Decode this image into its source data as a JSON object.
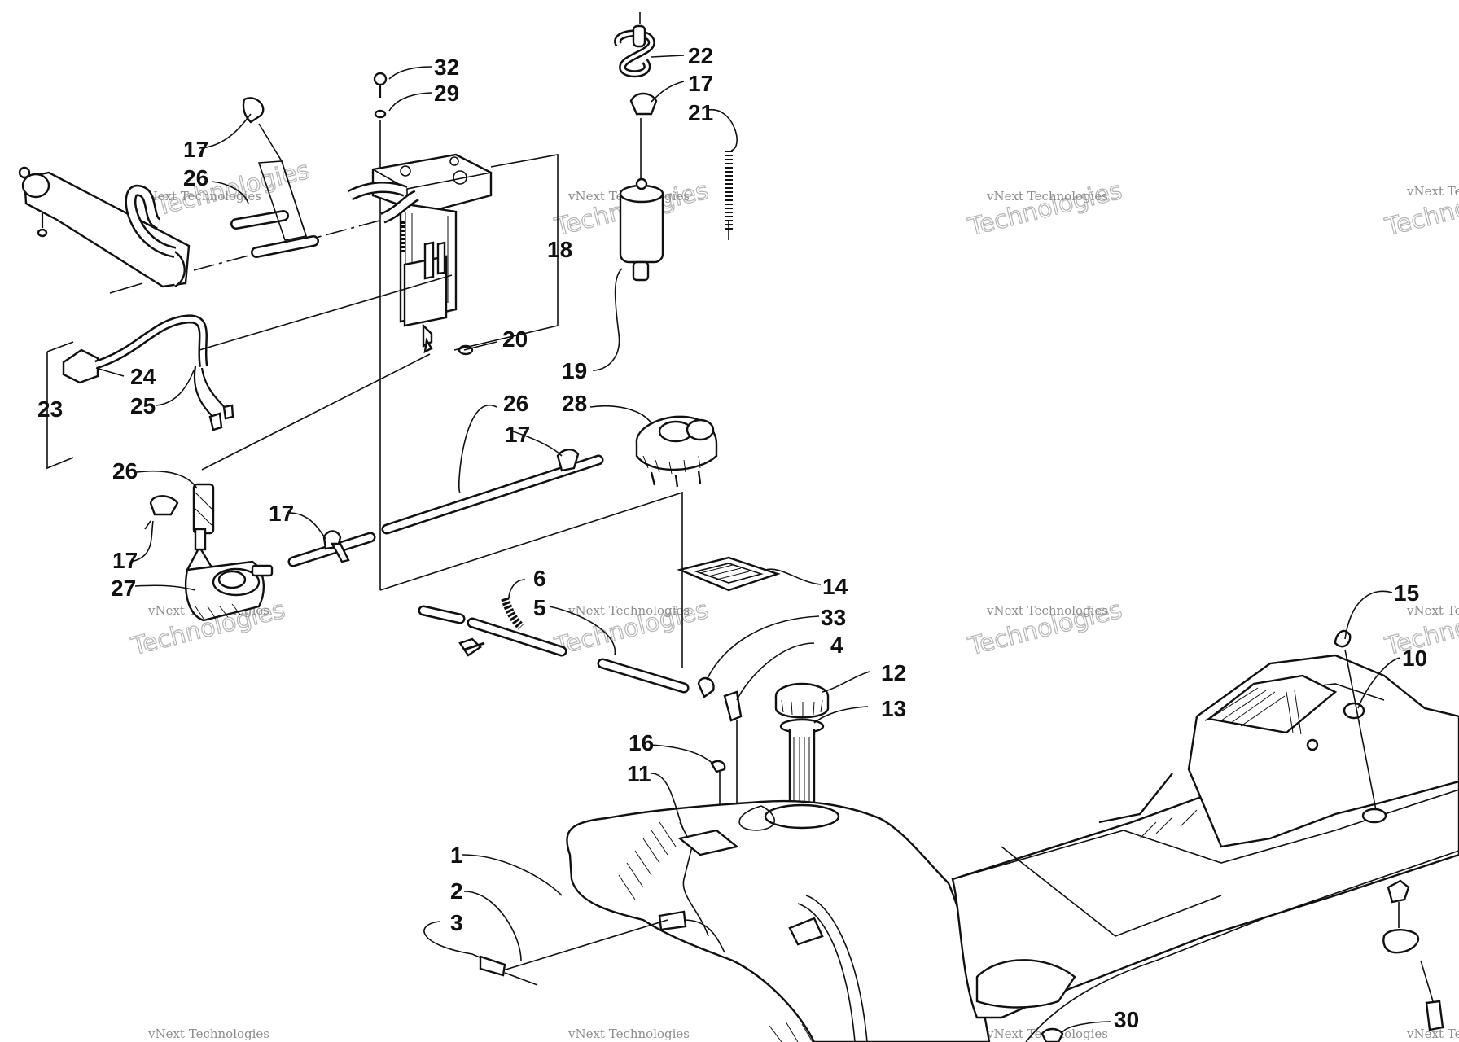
{
  "callouts": [
    {
      "id": "c32",
      "text": "32"
    },
    {
      "id": "c29",
      "text": "29"
    },
    {
      "id": "c22",
      "text": "22"
    },
    {
      "id": "c17a",
      "text": "17"
    },
    {
      "id": "c21",
      "text": "21"
    },
    {
      "id": "c17b",
      "text": "17"
    },
    {
      "id": "c26a",
      "text": "26"
    },
    {
      "id": "c18",
      "text": "18"
    },
    {
      "id": "c20",
      "text": "20"
    },
    {
      "id": "c19",
      "text": "19"
    },
    {
      "id": "c24",
      "text": "24"
    },
    {
      "id": "c25",
      "text": "25"
    },
    {
      "id": "c23",
      "text": "23"
    },
    {
      "id": "c26b",
      "text": "26"
    },
    {
      "id": "c28",
      "text": "28"
    },
    {
      "id": "c17c",
      "text": "17"
    },
    {
      "id": "c26c",
      "text": "26"
    },
    {
      "id": "c17d",
      "text": "17"
    },
    {
      "id": "c17e",
      "text": "17"
    },
    {
      "id": "c27",
      "text": "27"
    },
    {
      "id": "c6",
      "text": "6"
    },
    {
      "id": "c5",
      "text": "5"
    },
    {
      "id": "c14",
      "text": "14"
    },
    {
      "id": "c33",
      "text": "33"
    },
    {
      "id": "c4",
      "text": "4"
    },
    {
      "id": "c12",
      "text": "12"
    },
    {
      "id": "c13",
      "text": "13"
    },
    {
      "id": "c15",
      "text": "15"
    },
    {
      "id": "c10",
      "text": "10"
    },
    {
      "id": "c16",
      "text": "16"
    },
    {
      "id": "c11",
      "text": "11"
    },
    {
      "id": "c1",
      "text": "1"
    },
    {
      "id": "c2",
      "text": "2"
    },
    {
      "id": "c3",
      "text": "3"
    },
    {
      "id": "c30",
      "text": "30"
    }
  ],
  "watermark": {
    "small": "vNext Technologies",
    "large": "Technologies"
  }
}
